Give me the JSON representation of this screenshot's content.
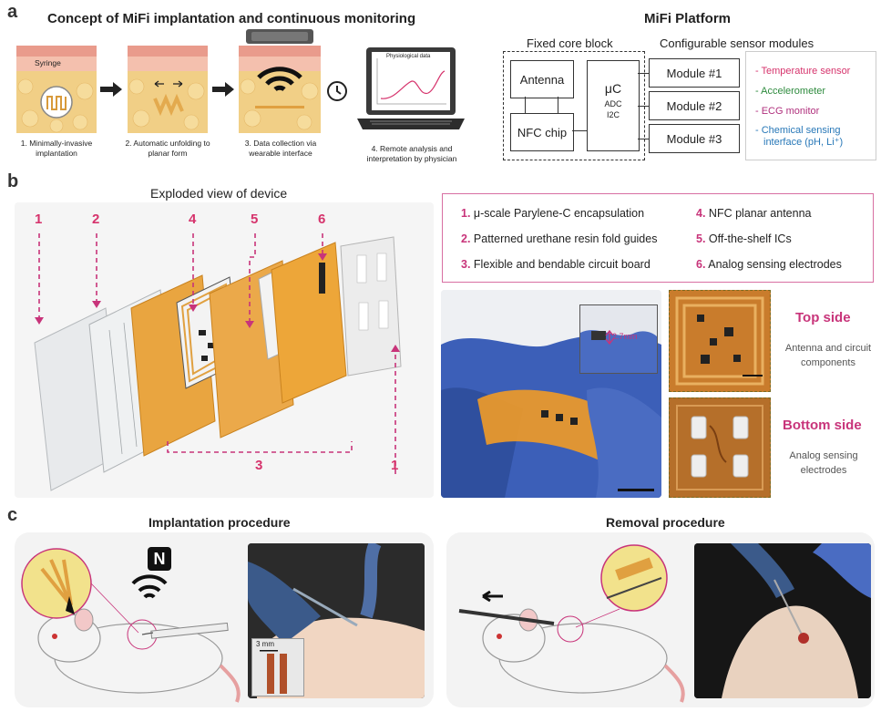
{
  "panel_a": {
    "letter": "a",
    "concept_title": "Concept of MiFi implantation and continuous monitoring",
    "syringe_label": "Syringe",
    "steps": [
      "1. Minimally-invasive implantation",
      "2. Automatic unfolding to planar form",
      "3. Data collection via wearable interface",
      "4. Remote analysis and interpretation by physician"
    ],
    "laptop_screen_label": "Physiological data",
    "platform_title": "MiFi Platform",
    "fixed_core_label": "Fixed core block",
    "configurable_label": "Configurable sensor modules",
    "antenna": "Antenna",
    "nfc_chip": "NFC chip",
    "uc": "μC",
    "adc": "ADC",
    "i2c": "I2C",
    "modules": [
      "Module #1",
      "Module #2",
      "Module #3"
    ],
    "sensors": [
      {
        "text": "- Temperature sensor",
        "color": "#d6336c"
      },
      {
        "text": "- Accelerometer",
        "color": "#2e8b3e"
      },
      {
        "text": "- ECG monitor",
        "color": "#b0307d"
      },
      {
        "text": "- Chemical sensing",
        "color": "#2878b8"
      },
      {
        "text": "interface (pH, Li⁺)",
        "color": "#2878b8"
      }
    ]
  },
  "panel_b": {
    "letter": "b",
    "exploded_title": "Exploded view of device",
    "layer_numbers": [
      "1",
      "2",
      "4",
      "5",
      "6",
      "3",
      "1"
    ],
    "legend": [
      {
        "num": "1.",
        "text": "μ-scale Parylene-C encapsulation"
      },
      {
        "num": "2.",
        "text": "Patterned urethane resin fold guides"
      },
      {
        "num": "3.",
        "text": "Flexible and bendable circuit board"
      },
      {
        "num": "4.",
        "text": "NFC planar antenna"
      },
      {
        "num": "5.",
        "text": "Off-the-shelf ICs"
      },
      {
        "num": "6.",
        "text": "Analog sensing electrodes"
      }
    ],
    "inset_scale": "2.7mm",
    "top_side_title": "Top side",
    "top_side_desc": "Antenna and circuit components",
    "bottom_side_title": "Bottom side",
    "bottom_side_desc": "Analog sensing electrodes"
  },
  "panel_c": {
    "letter": "c",
    "implant_title": "Implantation procedure",
    "removal_title": "Removal procedure",
    "nfc_symbol": "N",
    "photo_scale": "3 mm"
  },
  "colors": {
    "accent_pink": "#c8347a",
    "skin_top": "#f2b8a8",
    "fat": "#f1cf86",
    "device_orange": "#e8a23a"
  }
}
